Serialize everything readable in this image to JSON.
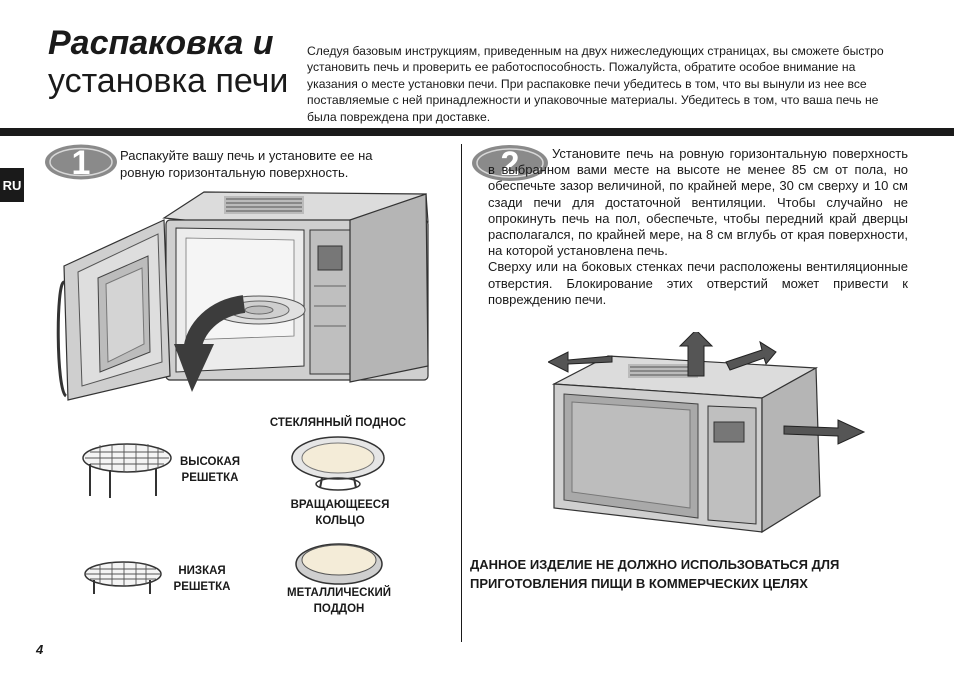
{
  "header": {
    "title_line1": "Распаковка и",
    "title_line2": "установка печи",
    "intro": "Следуя базовым инструкциям, приведенным на двух нижеследующих страницах, вы сможете быстро установить печь и проверить ее работоспособность. Пожалуйста, обратите особое внимание на указания о месте установки печи. При распаковке печи убедитесь в том, что вы вынули из нее все поставляемые с ней принадлежности и упаковочные материалы. Убедитесь в том, что ваша печь не была повреждена при доставке."
  },
  "language_tab": "RU",
  "step1": {
    "number": "1",
    "text": "Распакуйте вашу печь и установите ее на ровную горизонтальную поверхность."
  },
  "step2": {
    "number": "2",
    "text": "Установите печь на ровную горизонтальную поверхность в выбранном вами месте на высоте не менее 85 см от пола, но обеспечьте зазор величиной, по крайней мере, 30 см сверху и 10 см сзади печи для достаточной вентиляции. Чтобы случайно не опрокинуть печь на пол, обеспечьте, чтобы передний край дверцы располагался, по крайней мере, на 8 см вглубь от края поверхности, на которой установлена печь.",
    "text2": "Сверху или на боковых стенках печи расположены вентиляционные отверстия. Блокирование этих отверстий может привести к повреждению печи."
  },
  "accessories": {
    "glass_tray": "СТЕКЛЯННЫЙ ПОДНОС",
    "high_rack_1": "ВЫСОКАЯ",
    "high_rack_2": "РЕШЕТКА",
    "rotating_ring_1": "ВРАЩАЮЩЕЕСЯ",
    "rotating_ring_2": "КОЛЬЦО",
    "low_rack_1": "НИЗКАЯ",
    "low_rack_2": "РЕШЕТКА",
    "metal_tray_1": "МЕТАЛЛИЧЕСКИЙ",
    "metal_tray_2": "ПОДДОН"
  },
  "warning_line1": "ДАННОЕ ИЗДЕЛИЕ НЕ ДОЛЖНО ИСПОЛЬЗОВАТЬСЯ ДЛЯ",
  "warning_line2": "ПРИГОТОВЛЕНИЯ ПИЩИ В КОММЕРЧЕСКИХ ЦЕЛЯХ",
  "page_number": "4"
}
